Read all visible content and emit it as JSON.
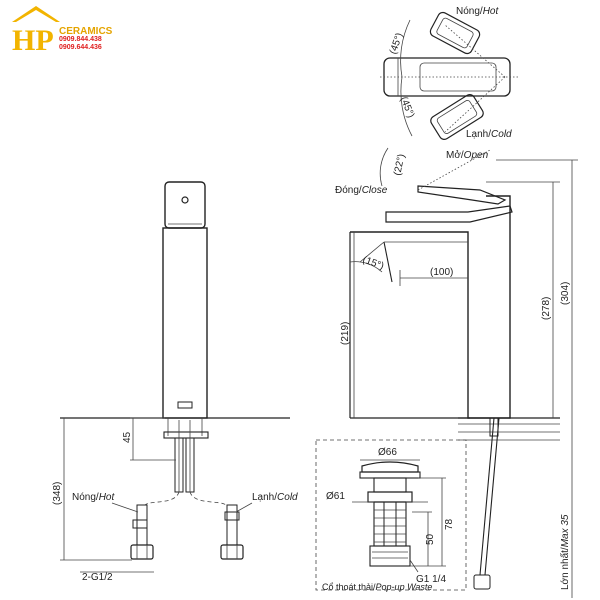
{
  "logo": {
    "letters": "HP",
    "brand": "CERAMICS",
    "phone_1": "0909.844.438",
    "phone_2": "0909.644.436",
    "color_gold": "#f2b400",
    "color_red": "#e02020"
  },
  "top_view": {
    "hot_label": "Nóng/",
    "hot_label_en": "Hot",
    "cold_label": "Lạnh/",
    "cold_label_en": "Cold",
    "angle_hot": "(45°)",
    "angle_cold": "(45°)"
  },
  "side_view": {
    "open_label": "Mở/",
    "open_label_en": "Open",
    "close_label": "Đóng/",
    "close_label_en": "Close",
    "angle_lever": "(22°)",
    "angle_spout": "(15°)",
    "dim_reach": "(100)",
    "dim_body": "(219)",
    "dim_spout_height": "(278)",
    "dim_total": "(304)",
    "dim_counter": "Lớn nhất/",
    "dim_counter_en": "Max 35"
  },
  "front_view": {
    "dim_45": "45",
    "dim_348": "(348)",
    "hot_label": "Nóng/",
    "hot_label_en": "Hot",
    "cold_label": "Lạnh/",
    "cold_label_en": "Cold",
    "thread": "2-G1/2"
  },
  "waste": {
    "dim_66": "Ø66",
    "dim_61": "Ø61",
    "dim_78": "78",
    "dim_50": "50",
    "thread": "G1 1/4",
    "caption": "Cổ thoát thải/",
    "caption_en": "Pop-up Waste"
  }
}
